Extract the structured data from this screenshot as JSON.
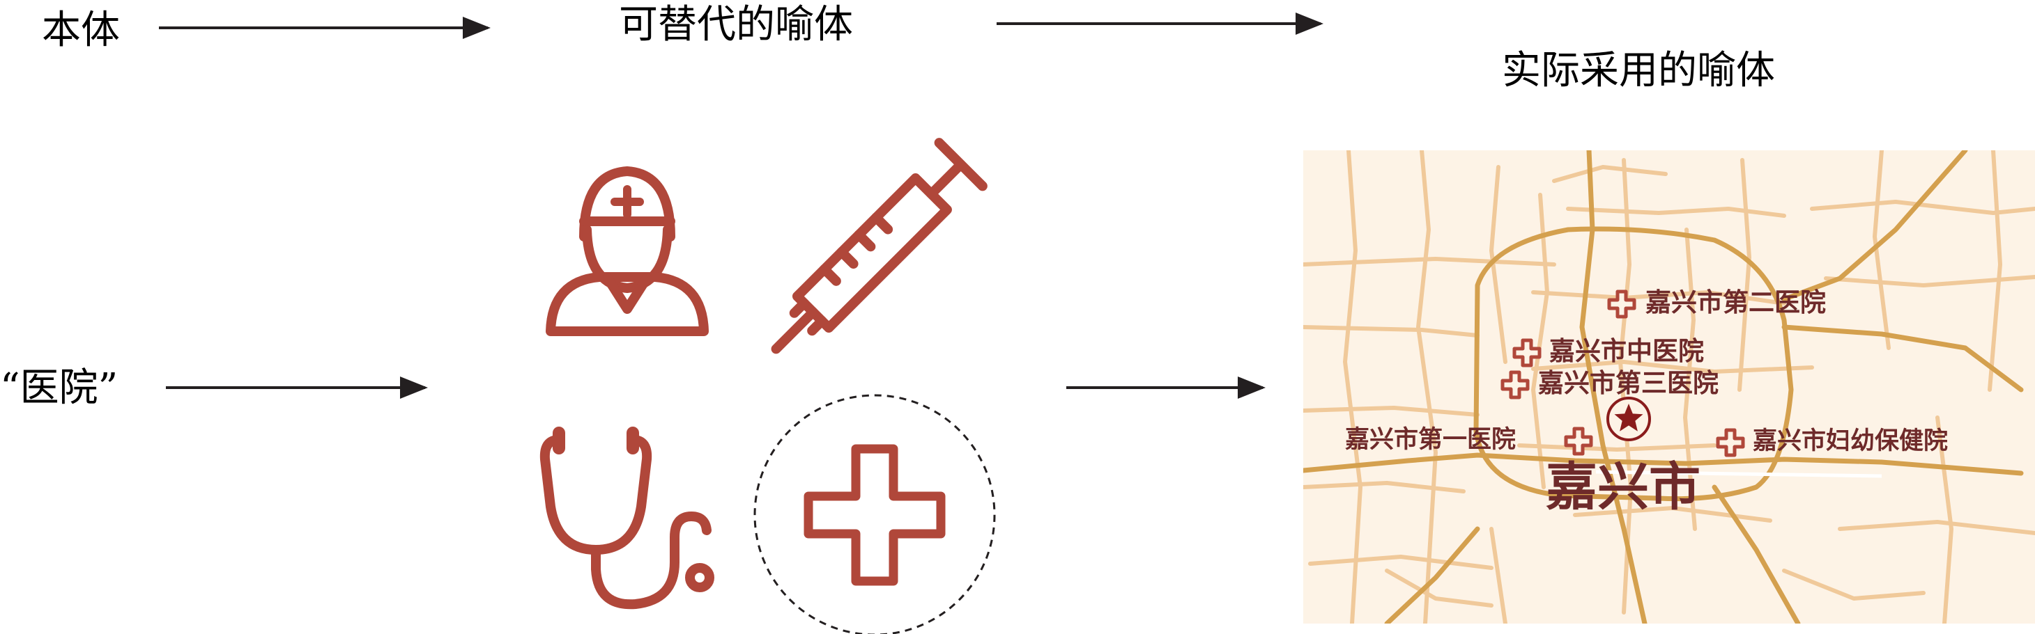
{
  "labels": {
    "tenor": "本体",
    "candidate_vehicles": "可替代的喻体",
    "actual_vehicle": "实际采用的喻体",
    "subject": "“医院”"
  },
  "icons": [
    "doctor-icon",
    "syringe-icon",
    "stethoscope-icon",
    "red-cross-icon"
  ],
  "map": {
    "city": "嘉兴市",
    "hospitals": [
      "嘉兴市第二医院",
      "嘉兴市中医院",
      "嘉兴市第三医院",
      "嘉兴市第一医院",
      "嘉兴市妇幼保健院"
    ]
  },
  "colors": {
    "icon": "#b0473a",
    "text": "#231f20",
    "map_bg": "#fdf3e6",
    "road_minor": "#f0c99a",
    "road_major": "#d4a04e",
    "map_label": "#6e2a2a"
  }
}
